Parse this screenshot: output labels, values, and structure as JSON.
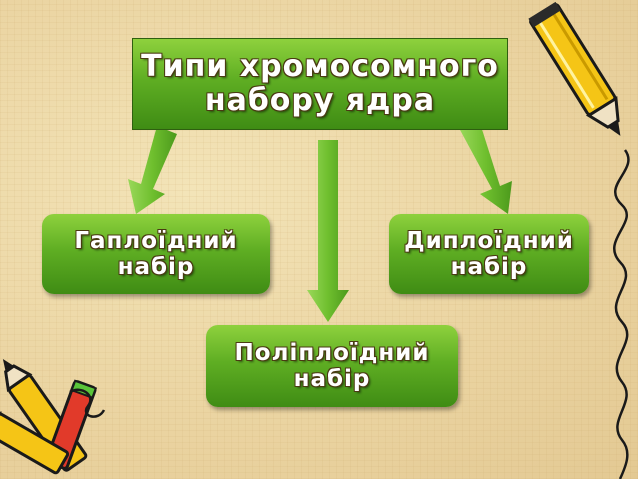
{
  "diagram": {
    "title": {
      "line1": "Типи хромосомного",
      "line2": "набору ядра"
    },
    "nodes": [
      {
        "id": "haploid",
        "line1": "Гаплоїдний",
        "line2": "набір"
      },
      {
        "id": "diploid",
        "line1": "Диплоїдний",
        "line2": "набір"
      },
      {
        "id": "polyploid",
        "line1": "Поліплоїдний",
        "line2": "набір"
      }
    ],
    "edges": [
      {
        "from": "title",
        "to": "haploid"
      },
      {
        "from": "title",
        "to": "polyploid"
      },
      {
        "from": "title",
        "to": "diploid"
      }
    ]
  },
  "colors": {
    "box_light": "#8ed13d",
    "box_dark": "#3f8c14",
    "arrow": "#7cc53a",
    "background": "#efdca9"
  },
  "decorations": [
    "pencil-icon",
    "pencils-icon"
  ]
}
